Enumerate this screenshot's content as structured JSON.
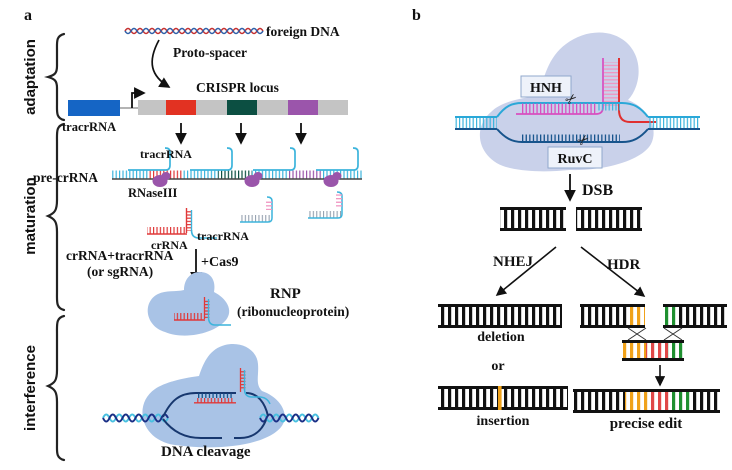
{
  "figure": {
    "panel_a": {
      "label": "a",
      "stages": {
        "adaptation": "adaptation",
        "maturation": "maturation",
        "interference": "interference"
      },
      "texts": {
        "foreign_dna": "foreign DNA",
        "proto_spacer": "Proto-spacer",
        "crispr_locus": "CRISPR locus",
        "tracrrna_gene": "tracrRNA",
        "pre_crrna": "pre-crRNA",
        "tracrrna_hairpin": "tracrRNA",
        "rnase_iii": "RNaseIII",
        "crrna": "crRNA",
        "tracrrna_duplex": "tracrRNA",
        "crrna_plus_tracrrna": "crRNA+tracrRNA",
        "or_sgrna": "(or sgRNA)",
        "plus_cas9": "+Cas9",
        "rnp": "RNP",
        "ribonucleoprotein": "(ribonucleoprotein)",
        "dna_cleavage": "DNA cleavage"
      }
    },
    "panel_b": {
      "label": "b",
      "texts": {
        "hnh": "HNH",
        "ruvc": "RuvC",
        "dsb": "DSB",
        "nhej": "NHEJ",
        "hdr": "HDR",
        "deletion": "deletion",
        "or": "or",
        "insertion": "insertion",
        "precise_edit": "precise edit"
      },
      "icons": {
        "scissors": "✂"
      }
    },
    "colors": {
      "tracr_blue": "#1565c5",
      "label_blue": "#1460c0",
      "locus_gray": "#c4c4c4",
      "spacer_red": "#e23222",
      "spacer_teal": "#0c4f42",
      "spacer_purple": "#9b55ab",
      "rna_cyan": "#3cb4dc",
      "rna_red": "#e03838",
      "guide_magenta": "#d84fc0",
      "pink_rung": "#f096c2",
      "strand_navy": "#17548c",
      "helix_dark": "#1a2f86",
      "rnase_purple": "#9a55aa",
      "cas9_blob_a": "#a9c3e6",
      "cas9_blob_b": "#c9d1ea",
      "ladder_black": "#111111",
      "edit_orange": "#f0a21a",
      "edit_red": "#e04848",
      "edit_green": "#1f9030"
    }
  }
}
